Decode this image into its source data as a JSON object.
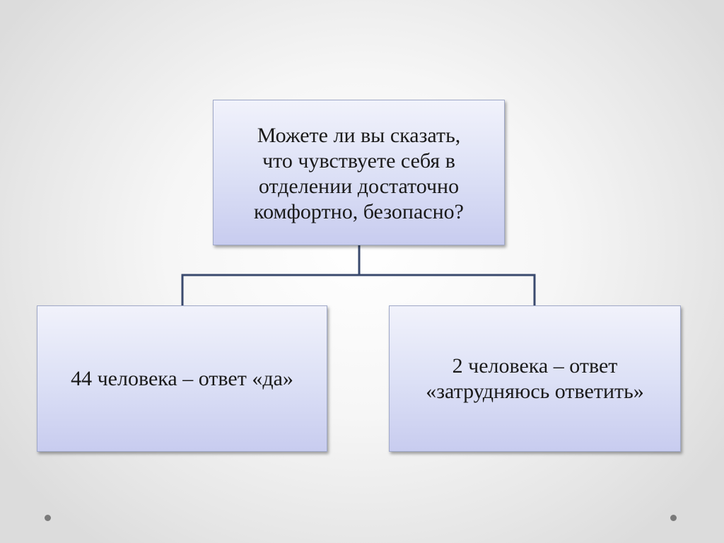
{
  "diagram": {
    "question": "Можете ли вы сказать,\nчто чувствуете себя в\nотделении достаточно\nкомфортно, безопасно?",
    "answer_yes": "44 человека – ответ «да»",
    "answer_unsure": "2 человека – ответ\n«затрудняюсь ответить»"
  },
  "colors": {
    "connector": "#3a4a6e",
    "box_border": "#9fa8c8"
  }
}
